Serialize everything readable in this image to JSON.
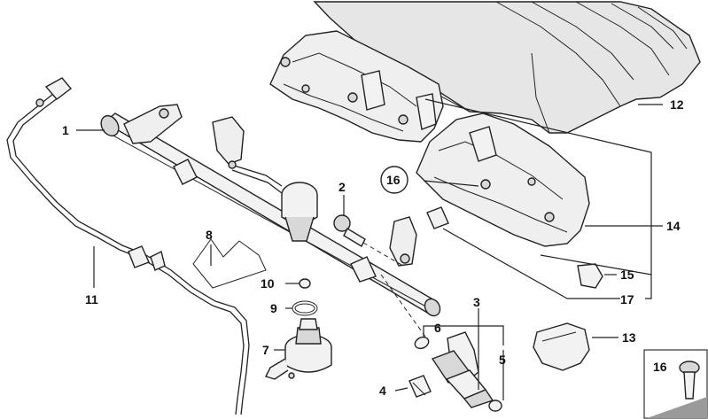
{
  "parts": [
    {
      "id": "1",
      "label": "1"
    },
    {
      "id": "2",
      "label": "2"
    },
    {
      "id": "3",
      "label": "3"
    },
    {
      "id": "4",
      "label": "4"
    },
    {
      "id": "5",
      "label": "5"
    },
    {
      "id": "6",
      "label": "6"
    },
    {
      "id": "7",
      "label": "7"
    },
    {
      "id": "8",
      "label": "8"
    },
    {
      "id": "9",
      "label": "9"
    },
    {
      "id": "10",
      "label": "10"
    },
    {
      "id": "11",
      "label": "11"
    },
    {
      "id": "12",
      "label": "12"
    },
    {
      "id": "13",
      "label": "13"
    },
    {
      "id": "14",
      "label": "14"
    },
    {
      "id": "15",
      "label": "15"
    },
    {
      "id": "16",
      "label": "16"
    },
    {
      "id": "17",
      "label": "17"
    }
  ],
  "inset": {
    "label": "16"
  }
}
